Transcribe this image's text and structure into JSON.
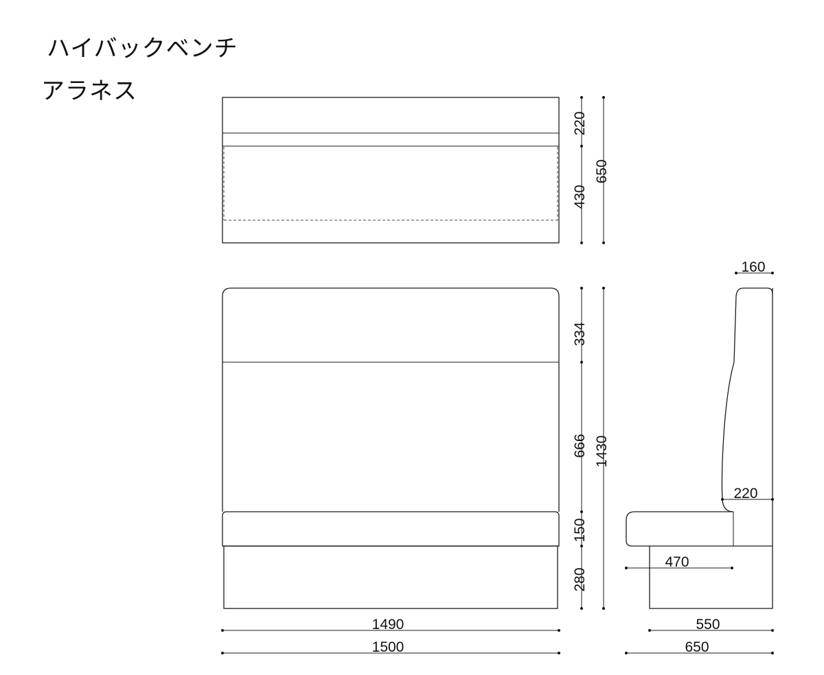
{
  "titles": {
    "product_type": "ハイバックベンチ",
    "model_name": "アラネス"
  },
  "dimensions": {
    "top_back_depth": "220",
    "top_seat_depth": "430",
    "top_total_depth": "650",
    "front_back_upper": "334",
    "front_back_lower": "666",
    "front_seat_thickness": "150",
    "front_base_height": "280",
    "front_total_height": "1430",
    "front_inner_width": "1490",
    "front_total_width": "1500",
    "side_back_top": "160",
    "side_back_bottom": "220",
    "side_seat_depth": "470",
    "side_base_depth": "550",
    "side_total_depth": "650"
  }
}
